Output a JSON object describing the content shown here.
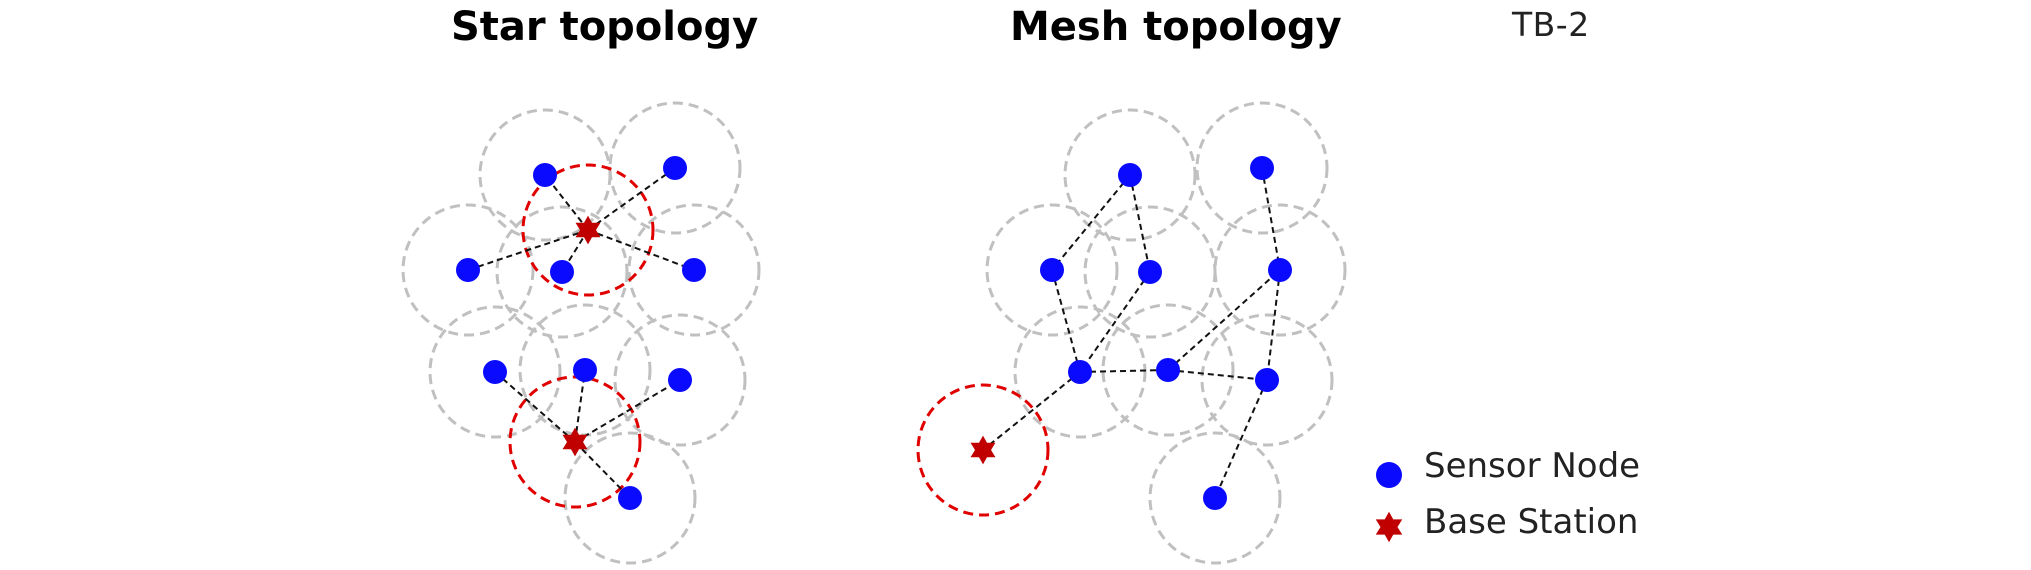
{
  "star": {
    "title": "Star topology"
  },
  "mesh": {
    "title": "Mesh topology"
  },
  "tag": "TB-2",
  "legend": {
    "sensor_label": "Sensor Node",
    "base_label": "Base Station"
  },
  "colors": {
    "sensor": "#0a0aff",
    "base": "#c00000",
    "range_ring": "#c0c0c0",
    "base_ring": "#e00000",
    "link": "#111111"
  }
}
